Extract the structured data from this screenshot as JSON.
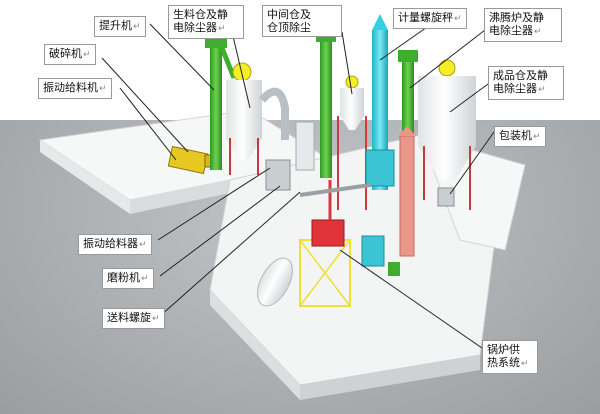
{
  "labels": {
    "elevator": "提升机",
    "raw_bin_line1": "生料仓及静",
    "raw_bin_line2": "电除尘器",
    "mid_bin_line1": "中间仓及",
    "mid_bin_line2": "仓顶除尘",
    "metering_screw": "计量螺旋秤",
    "boiling_line1": "沸腾炉及静",
    "boiling_line2": "电除尘器",
    "crusher": "破碎机",
    "vibrating_feeder_top": "振动给料机",
    "product_line1": "成品仓及静",
    "product_line2": "电除尘器",
    "packer": "包装机",
    "vibrating_feeder_mid": "振动给料器",
    "mill": "磨粉机",
    "screw_conveyor": "送料螺旋",
    "boiler_line1": "锅炉供",
    "boiler_line2": "热系统"
  },
  "return_mark": "↵",
  "colors": {
    "elevator_green": "#3fae2f",
    "tower_cyan": "#34d0e0",
    "silo_white": "#f4f6f6",
    "frame_red": "#e0333a",
    "duct_salmon": "#e8978a",
    "platform": "#f3f3f3",
    "floor_gray": "#a9acaf"
  }
}
